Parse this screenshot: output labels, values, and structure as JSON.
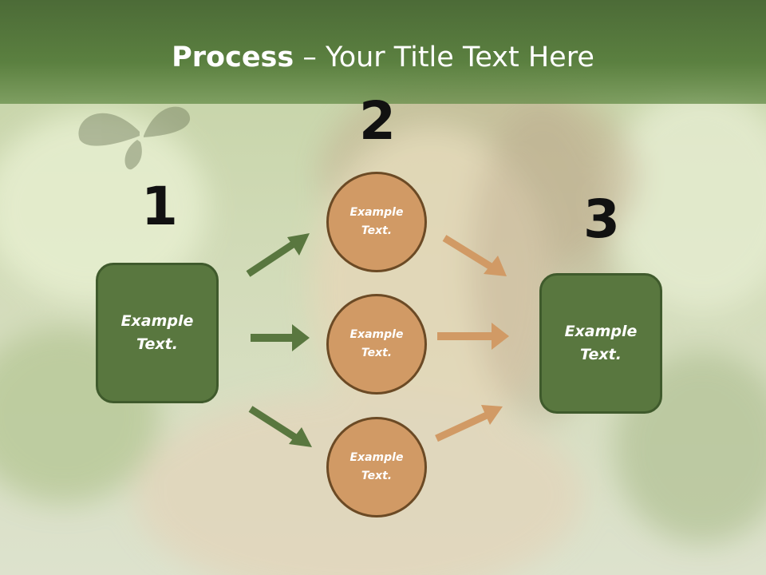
{
  "title": {
    "bold": "Process",
    "rest": " – Your Title Text Here"
  },
  "steps": {
    "one": "1",
    "two": "2",
    "three": "3"
  },
  "left_box": {
    "text": "Example\nText."
  },
  "right_box": {
    "text": "Example\nText."
  },
  "circles": [
    {
      "text": "Example\nText."
    },
    {
      "text": "Example\nText."
    },
    {
      "text": "Example\nText."
    }
  ],
  "colors": {
    "green": "#59773f",
    "green_dark": "#3f5a2c",
    "tan": "#d19a65",
    "tan_border": "#6b4a25",
    "header": "#5b8040"
  }
}
